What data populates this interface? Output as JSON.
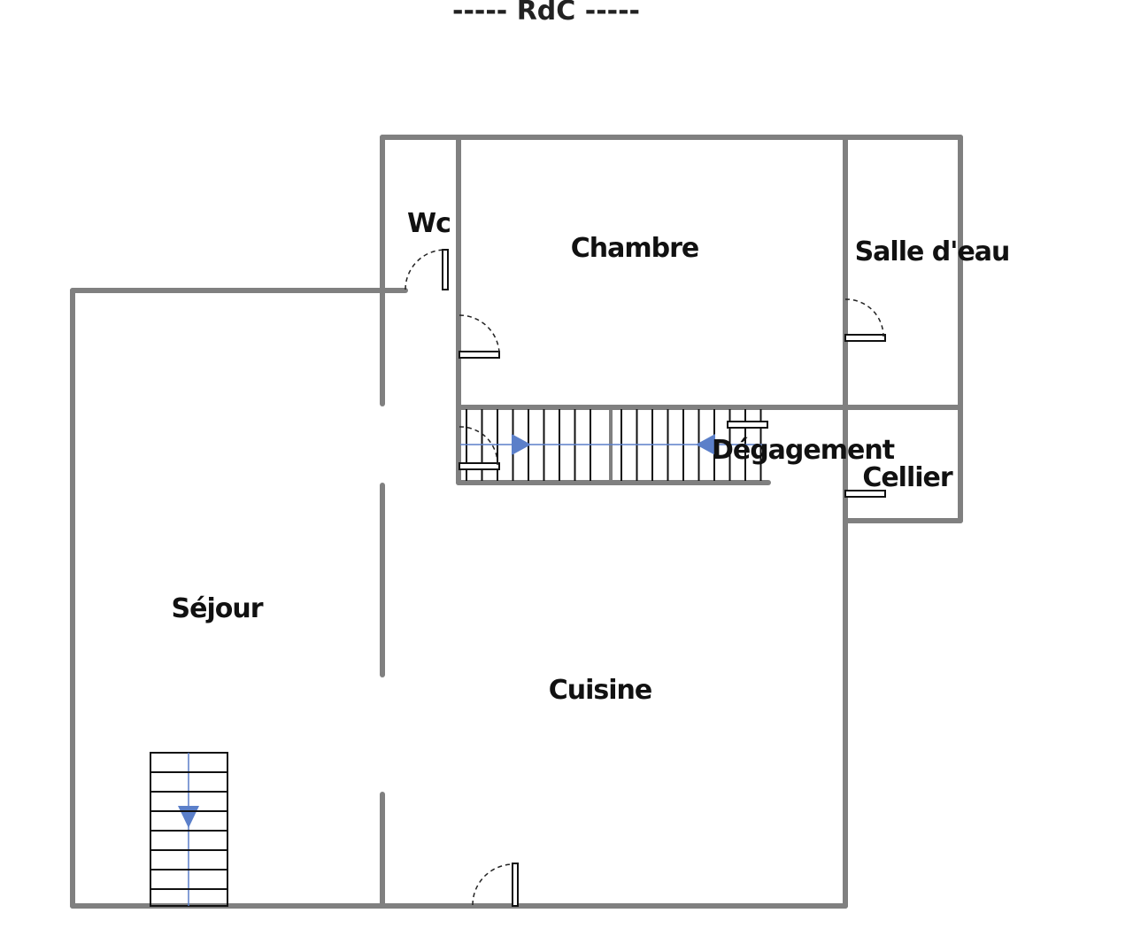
{
  "title": "----- RdC -----",
  "rooms": {
    "wc": "Wc",
    "chambre": "Chambre",
    "salle_eau": "Salle d'eau",
    "degagement": "Dégagement",
    "cellier": "Cellier",
    "sejour": "Séjour",
    "cuisine": "Cuisine"
  },
  "colors": {
    "wall": "#808080",
    "arrow": "#5b7fc9"
  }
}
